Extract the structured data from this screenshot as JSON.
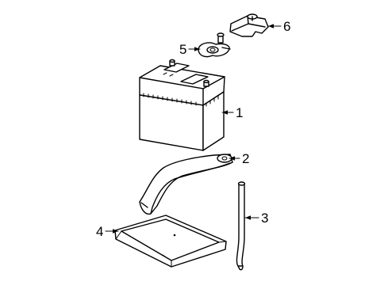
{
  "parts": [
    {
      "id": "battery",
      "number": "1"
    },
    {
      "id": "hold-down-clamp",
      "number": "2"
    },
    {
      "id": "vent-hose",
      "number": "3"
    },
    {
      "id": "battery-tray",
      "number": "4"
    },
    {
      "id": "terminal-clamp",
      "number": "5"
    },
    {
      "id": "terminal-cover",
      "number": "6"
    }
  ]
}
